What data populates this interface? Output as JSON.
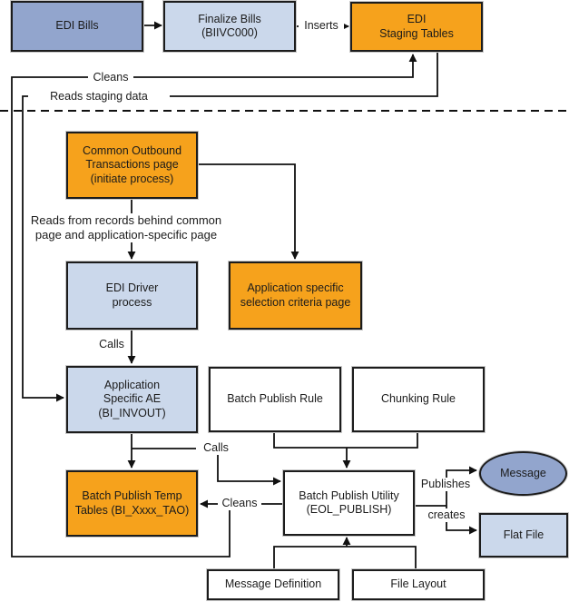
{
  "colors": {
    "orange": "#F6A21C",
    "periwinkle": "#92A5CD",
    "light_blue": "#CBD8EB",
    "white": "#FFFFFF",
    "border": "#1C1C1C",
    "line": "#111111"
  },
  "nodes": {
    "edi_bills": "EDI Bills",
    "finalize_bills": "Finalize Bills\n(BIIVC000)",
    "edi_staging": "EDI\nStaging Tables",
    "common_outbound": "Common Outbound\nTransactions page\n(initiate process)",
    "edi_driver": "EDI Driver\nprocess",
    "app_selection": "Application specific\nselection criteria page",
    "app_specific_ae": "Application\nSpecific AE\n(BI_INVOUT)",
    "batch_publish_rule": "Batch Publish Rule",
    "chunking_rule": "Chunking Rule",
    "batch_publish_temp": "Batch Publish Temp\nTables (BI_Xxxx_TAO)",
    "batch_publish_utility": "Batch Publish Utility\n(EOL_PUBLISH)",
    "message": "Message",
    "flat_file": "Flat File",
    "message_definition": "Message Definition",
    "file_layout": "File Layout"
  },
  "edge_labels": {
    "inserts": "Inserts",
    "cleans_top": "Cleans",
    "reads_staging": "Reads staging data",
    "reads_records": "Reads from records behind common\npage and application-specific page",
    "calls_driver": "Calls",
    "calls_utility": "Calls",
    "cleans_temp": "Cleans",
    "publishes": "Publishes",
    "creates": "creates"
  }
}
